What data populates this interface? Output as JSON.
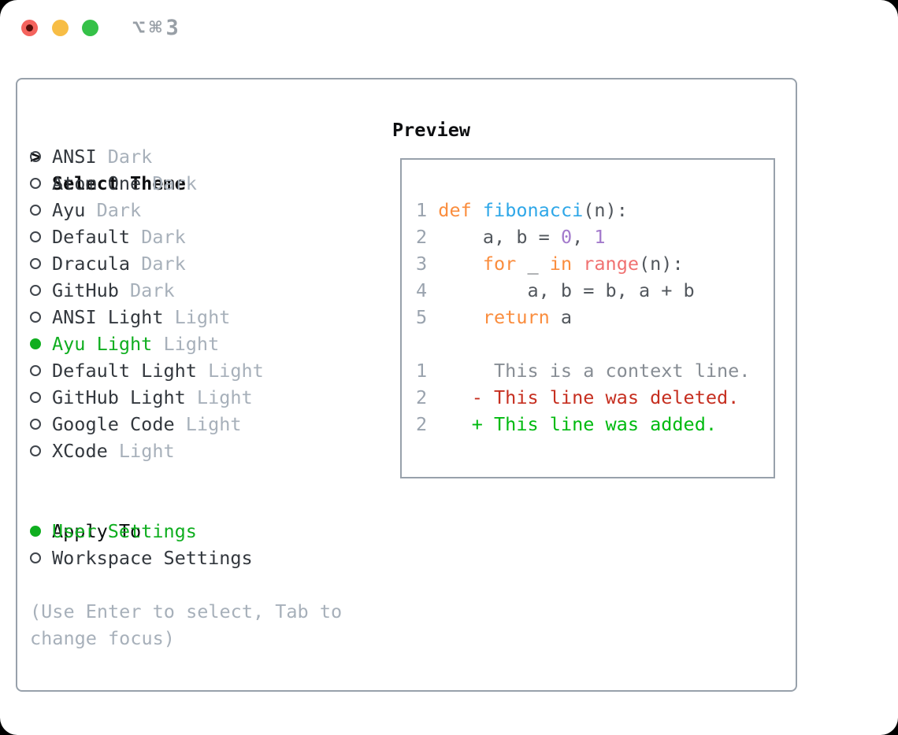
{
  "titlebar": {
    "shortcut": "⌥⌘3"
  },
  "palette": {
    "border_gray": "#98a1ab",
    "header_black": "#0d0e10",
    "text_dark": "#33383e",
    "muted_gray": "#a7b0ba",
    "ring_gray": "#40454c",
    "accent_green": "#0fae1f",
    "added_green": "#00ba10",
    "deleted_red": "#c62f20",
    "keyword_orange": "#fa8d3e",
    "function_blue": "#2ea7e8",
    "constant_purple": "#a37acc",
    "special_coral": "#f07171",
    "code_fg": "#52575d",
    "context_gray": "#878d94",
    "line_number_gray": "#9aa3ae",
    "shortcut_gray": "#989fa6",
    "traffic_red": "#f4635d",
    "traffic_red_dot": "#550d08",
    "traffic_yellow": "#f7bd45",
    "traffic_green": "#35c148"
  },
  "theme_panel": {
    "cursor": ">",
    "header": "Select Theme",
    "items": [
      {
        "name": "ANSI",
        "variant": "Dark",
        "selected": false
      },
      {
        "name": "Atom One",
        "variant": "Dark",
        "selected": false
      },
      {
        "name": "Ayu",
        "variant": "Dark",
        "selected": false
      },
      {
        "name": "Default",
        "variant": "Dark",
        "selected": false
      },
      {
        "name": "Dracula",
        "variant": "Dark",
        "selected": false
      },
      {
        "name": "GitHub",
        "variant": "Dark",
        "selected": false
      },
      {
        "name": "ANSI Light",
        "variant": "Light",
        "selected": false
      },
      {
        "name": "Ayu Light",
        "variant": "Light",
        "selected": true
      },
      {
        "name": "Default Light",
        "variant": "Light",
        "selected": false
      },
      {
        "name": "GitHub Light",
        "variant": "Light",
        "selected": false
      },
      {
        "name": "Google Code",
        "variant": "Light",
        "selected": false
      },
      {
        "name": "XCode",
        "variant": "Light",
        "selected": false
      }
    ]
  },
  "apply_panel": {
    "header": "Apply To",
    "options": [
      {
        "label": "User Settings",
        "selected": true
      },
      {
        "label": "Workspace Settings",
        "selected": false
      }
    ]
  },
  "help_text": [
    "(Use Enter to select, Tab to",
    "change focus)"
  ],
  "preview": {
    "header": "Preview",
    "code_lines": [
      {
        "num": "1",
        "tokens": [
          {
            "text": "def",
            "style": "keyword"
          },
          {
            "text": " ",
            "style": "fg"
          },
          {
            "text": "fibonacci",
            "style": "function"
          },
          {
            "text": "(n):",
            "style": "fg"
          }
        ]
      },
      {
        "num": "2",
        "tokens": [
          {
            "text": "    a, b = ",
            "style": "fg"
          },
          {
            "text": "0",
            "style": "constant"
          },
          {
            "text": ", ",
            "style": "fg"
          },
          {
            "text": "1",
            "style": "constant"
          }
        ]
      },
      {
        "num": "3",
        "tokens": [
          {
            "text": "    ",
            "style": "fg"
          },
          {
            "text": "for",
            "style": "keyword"
          },
          {
            "text": " _ ",
            "style": "fg"
          },
          {
            "text": "in",
            "style": "keyword"
          },
          {
            "text": " ",
            "style": "fg"
          },
          {
            "text": "range",
            "style": "special"
          },
          {
            "text": "(n):",
            "style": "fg"
          }
        ]
      },
      {
        "num": "4",
        "tokens": [
          {
            "text": "        a, b = b, a + b",
            "style": "fg"
          }
        ]
      },
      {
        "num": "5",
        "tokens": [
          {
            "text": "    ",
            "style": "fg"
          },
          {
            "text": "return",
            "style": "keyword"
          },
          {
            "text": " a",
            "style": "fg"
          }
        ]
      },
      {
        "num": "",
        "tokens": []
      },
      {
        "num": "1",
        "tokens": [
          {
            "text": "     This is a context line.",
            "style": "context"
          }
        ]
      },
      {
        "num": "2",
        "tokens": [
          {
            "text": "   - This line was deleted.",
            "style": "deleted"
          }
        ]
      },
      {
        "num": "2",
        "tokens": [
          {
            "text": "   + This line was added.",
            "style": "added"
          }
        ]
      }
    ]
  }
}
